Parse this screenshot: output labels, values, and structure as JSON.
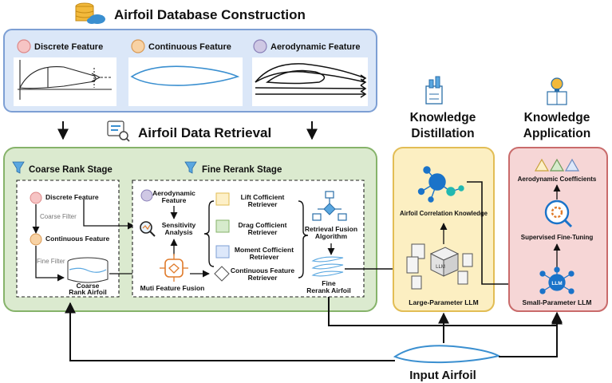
{
  "top": {
    "title": "Airfoil Database Construction",
    "features": [
      "Discrete Feature",
      "Continuous Feature",
      "Aerodynamic Feature"
    ]
  },
  "retrieval": {
    "title": "Airfoil Data Retrieval",
    "coarse": {
      "title": "Coarse Rank Stage",
      "discrete": "Discrete Feature",
      "coarse_filter": "Coarse Filter",
      "continuous": "Continuous Feature",
      "fine_filter": "Fine Filter",
      "output_l1": "Coarse",
      "output_l2": "Rank Airfoil"
    },
    "fine": {
      "title": "Fine Rerank Stage",
      "aero_l1": "Aerodynamic",
      "aero_l2": "Feature",
      "sens_l1": "Sensitivity",
      "sens_l2": "Analysis",
      "fusion": "Muti Feature Fusion",
      "lift_l1": "Lift Cofficient",
      "lift_l2": "Retriever",
      "drag_l1": "Drag Cofficient",
      "drag_l2": "Retriever",
      "moment_l1": "Moment Cofficient",
      "moment_l2": "Retriever",
      "cont_l1": "Continuous Feature",
      "cont_l2": "Retriever",
      "rf_l1": "Retrieval Fusion",
      "rf_l2": "Algorithm",
      "output_l1": "Fine",
      "output_l2": "Rerank Airfoil"
    }
  },
  "distill": {
    "title_l1": "Knowledge",
    "title_l2": "Distillation",
    "knowledge": "Airfoil Correlation Knowledge",
    "llm_tag": "LLM",
    "llm": "Large-Parameter LLM"
  },
  "apply": {
    "title_l1": "Knowledge",
    "title_l2": "Application",
    "coeffs": "Aerodynamic Coefficients",
    "tuning": "Supervised Fine-Tuning",
    "llm_tag": "LLM",
    "llm": "Small-Parameter LLM"
  },
  "input": {
    "label": "Input Airfoil"
  },
  "colors": {
    "top_bg": "#dbe7f8",
    "top_border": "#7d9fd4",
    "green_bg": "#dbeacf",
    "green_border": "#86b36a",
    "yellow_bg": "#fcefc2",
    "yellow_border": "#e2bd55",
    "red_bg": "#f6d6d6",
    "red_border": "#c96b6b",
    "lift": "#fdf0c8",
    "drag": "#d6ebcc",
    "moment": "#dde8fa",
    "discrete_dot": "#f6c4c4",
    "continuous_dot": "#f8d2a4",
    "aero_dot": "#cfc8e4",
    "airfoil_blue": "#3a8fd0",
    "accent_orange": "#e07b2b"
  },
  "icons": [
    "database-cloud-icon",
    "retrieval-icon",
    "funnel-icon",
    "funnel-icon",
    "factory-icon",
    "lightbulb-book-icon",
    "search-icon",
    "brain-icon",
    "flowchart-icon",
    "network-icon",
    "gear-search-icon",
    "document-icon"
  ]
}
